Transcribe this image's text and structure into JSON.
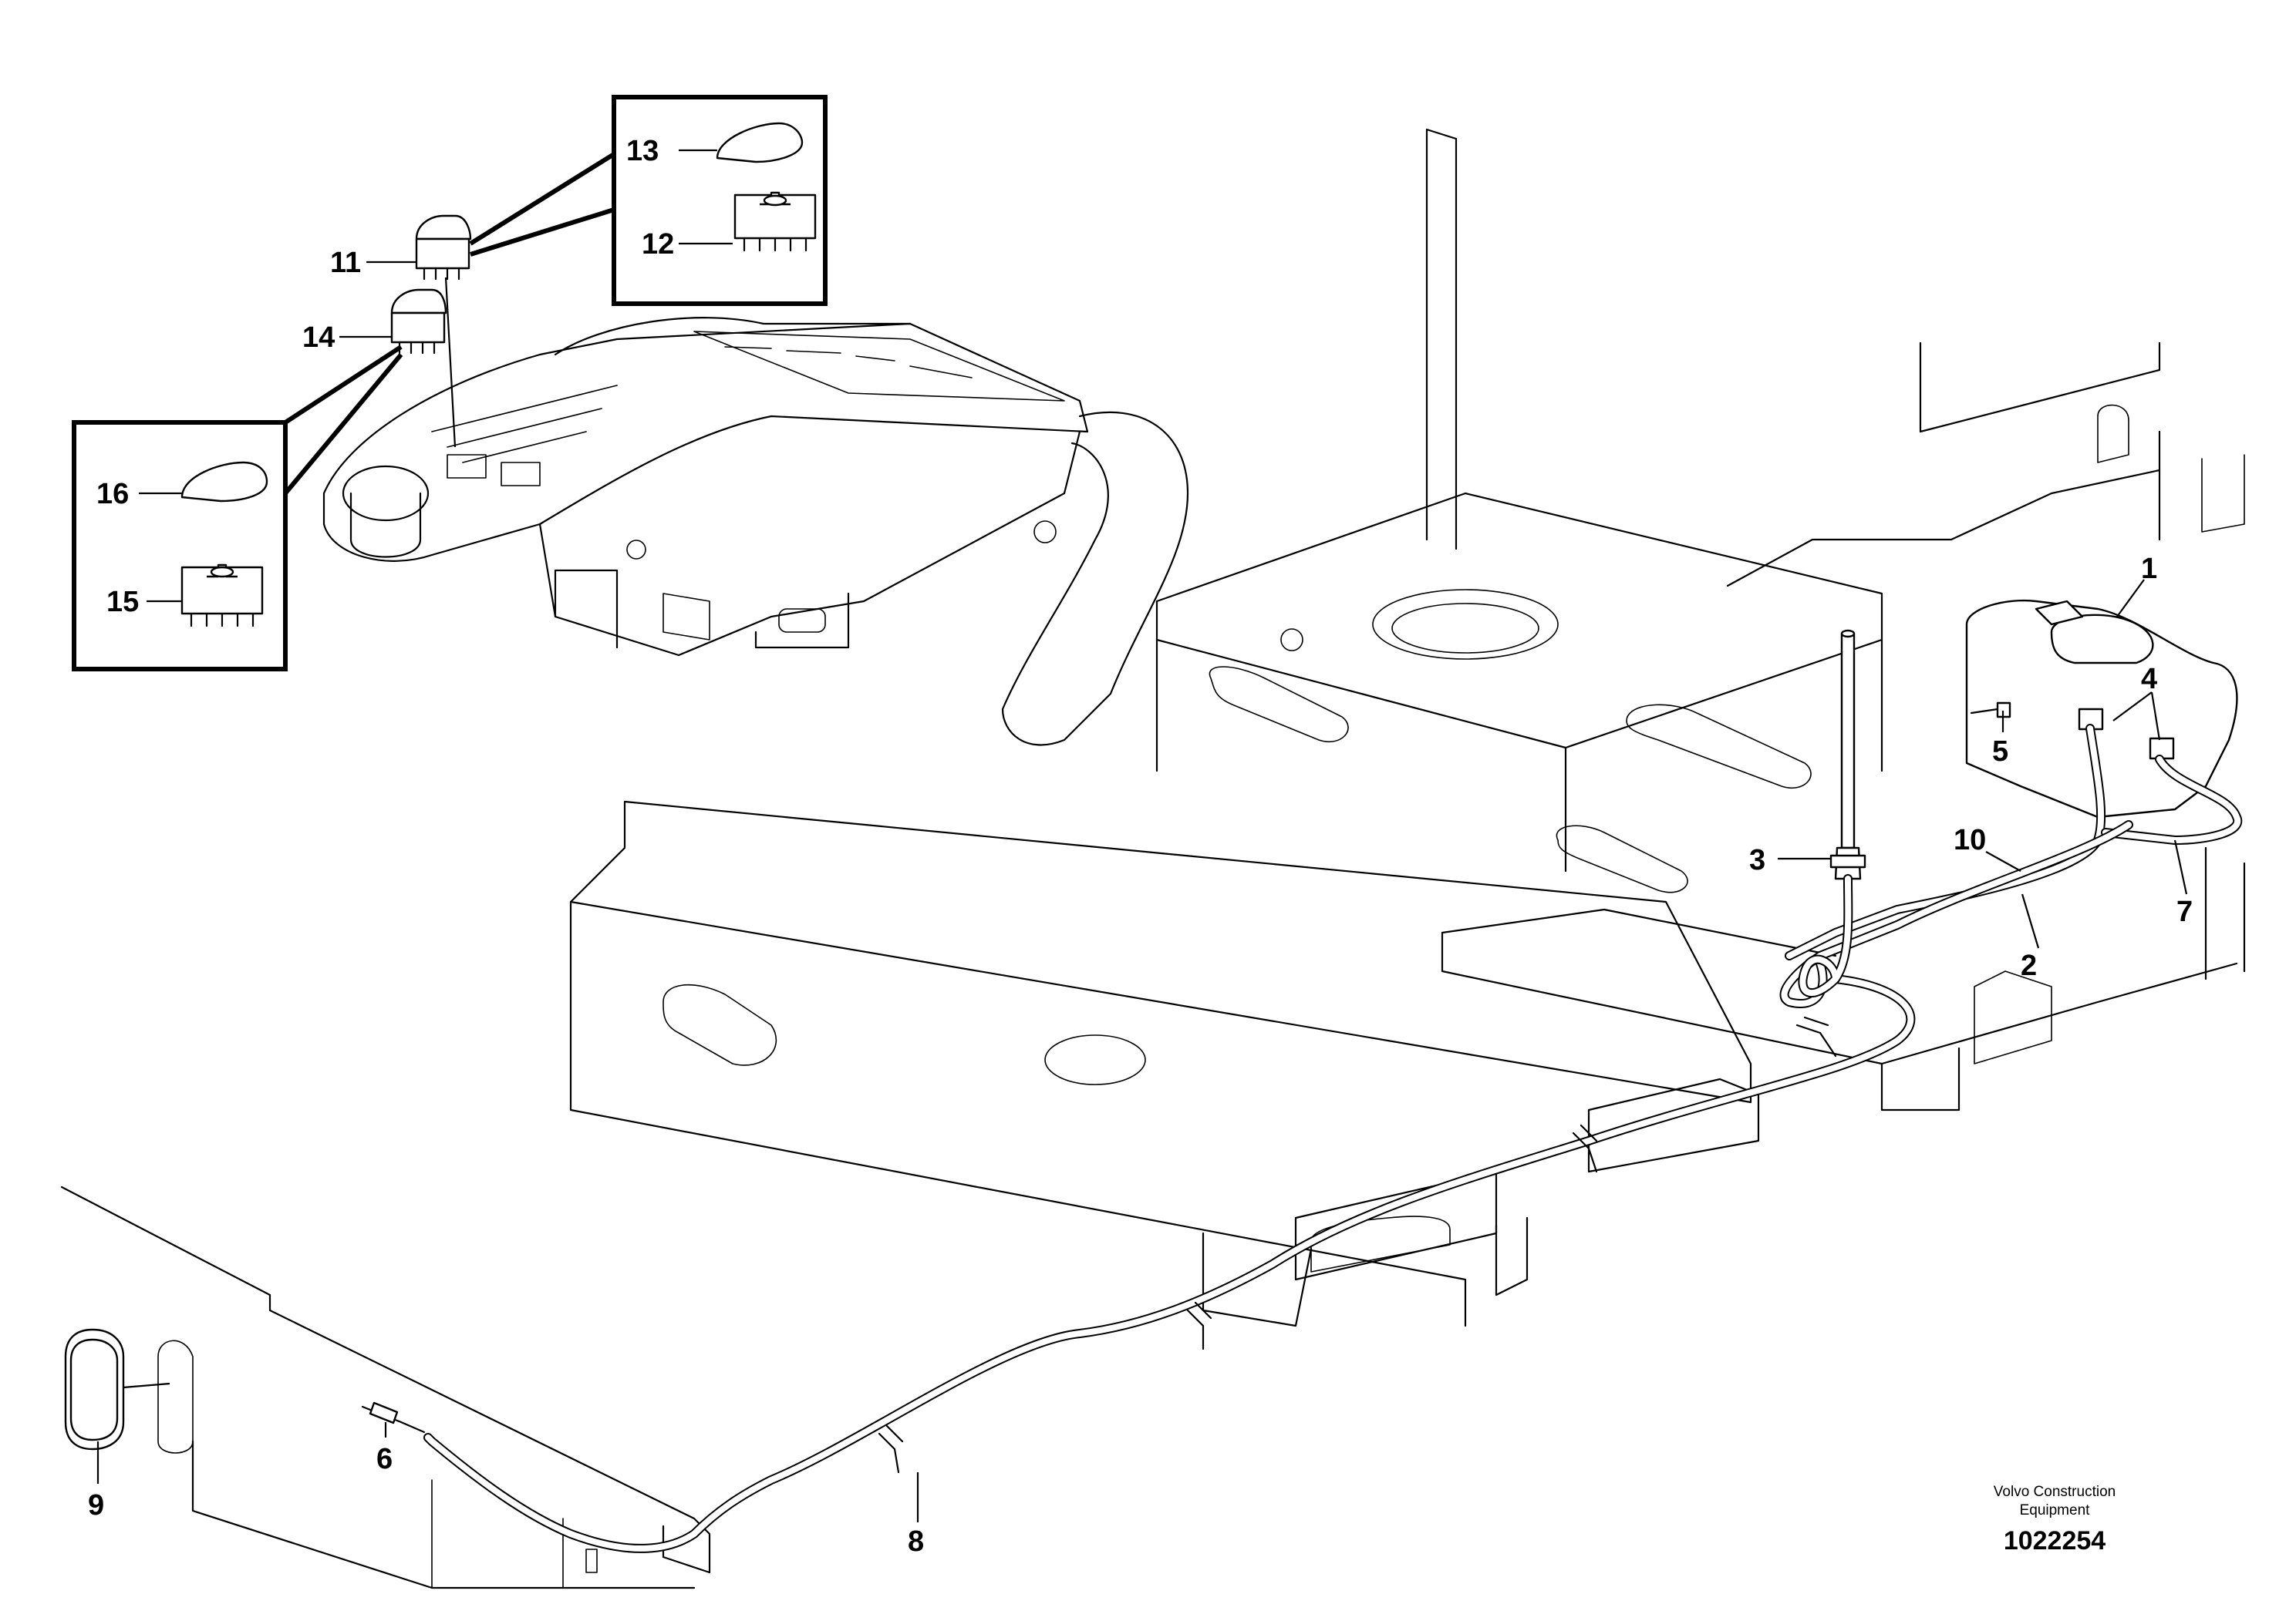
{
  "callouts": {
    "c1": "1",
    "c2": "2",
    "c3": "3",
    "c4": "4",
    "c5": "5",
    "c6": "6",
    "c7": "7",
    "c8": "8",
    "c9": "9",
    "c10": "10",
    "c11": "11",
    "c12": "12",
    "c13": "13",
    "c14": "14",
    "c15": "15",
    "c16": "16"
  },
  "publisher": {
    "line1": "Volvo Construction",
    "line2": "Equipment",
    "drawing_id": "1022254"
  }
}
